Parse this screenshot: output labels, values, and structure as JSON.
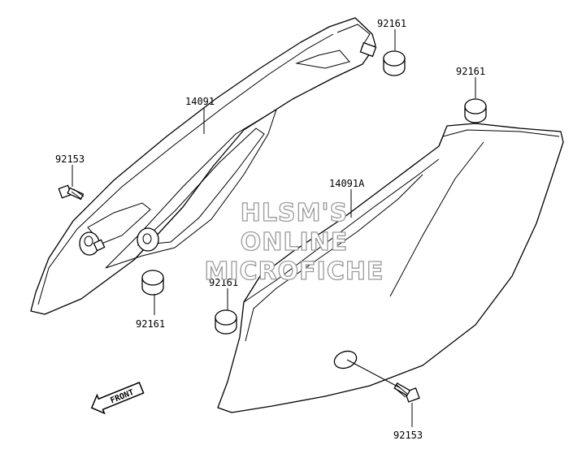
{
  "parts": {
    "p1": "92161",
    "p2": "92161",
    "p3": "14091",
    "p4": "92153",
    "p5": "14091A",
    "p6": "92161",
    "p7": "92161",
    "p8": "92153"
  },
  "watermark": {
    "line1": "HLSM'S",
    "line2": "ONLINE",
    "line3": "MICROFICHE"
  },
  "front_arrow": {
    "label": "FRONT"
  }
}
